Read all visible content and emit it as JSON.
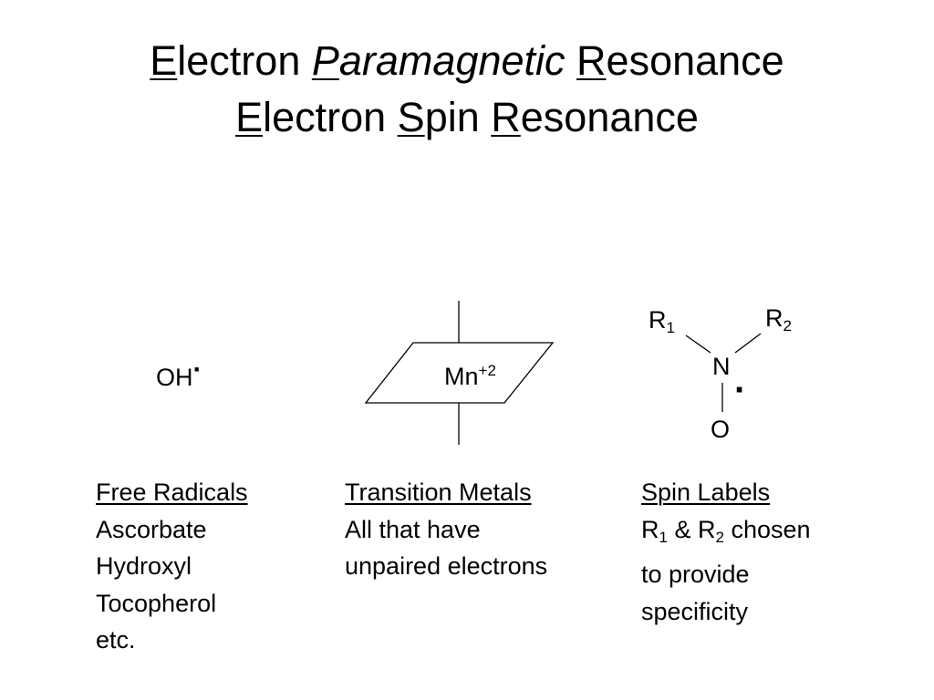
{
  "title": {
    "line1": {
      "w1_first": "E",
      "w1_rest": "lectron",
      "w2_first": "P",
      "w2_rest": "aramagnetic",
      "w3_first": "R",
      "w3_rest": "esonance"
    },
    "line2": {
      "w1_first": "E",
      "w1_rest": "lectron",
      "w2_first": "S",
      "w2_rest": "pin",
      "w3_first": "R",
      "w3_rest": "esonance"
    }
  },
  "diagram": {
    "oh": {
      "base": "OH",
      "dot": "·"
    },
    "mn": {
      "base": "Mn",
      "charge": "+2"
    },
    "nitroxide": {
      "r1": "R",
      "r1_sub": "1",
      "r2": "R",
      "r2_sub": "2",
      "n": "N",
      "o": "O",
      "dot": "·"
    }
  },
  "columns": {
    "free_radicals": {
      "heading": "Free Radicals",
      "lines": [
        "Ascorbate",
        "Hydroxyl",
        "Tocopherol",
        "etc."
      ]
    },
    "transition_metals": {
      "heading": "Transition Metals",
      "lines": [
        "All that have",
        "unpaired electrons"
      ]
    },
    "spin_labels": {
      "heading": "Spin Labels",
      "r1": "R",
      "r1_sub": "1",
      "amp": " & ",
      "r2": "R",
      "r2_sub": "2",
      "chosen": " chosen",
      "lines": [
        "to provide",
        "specificity"
      ]
    }
  }
}
